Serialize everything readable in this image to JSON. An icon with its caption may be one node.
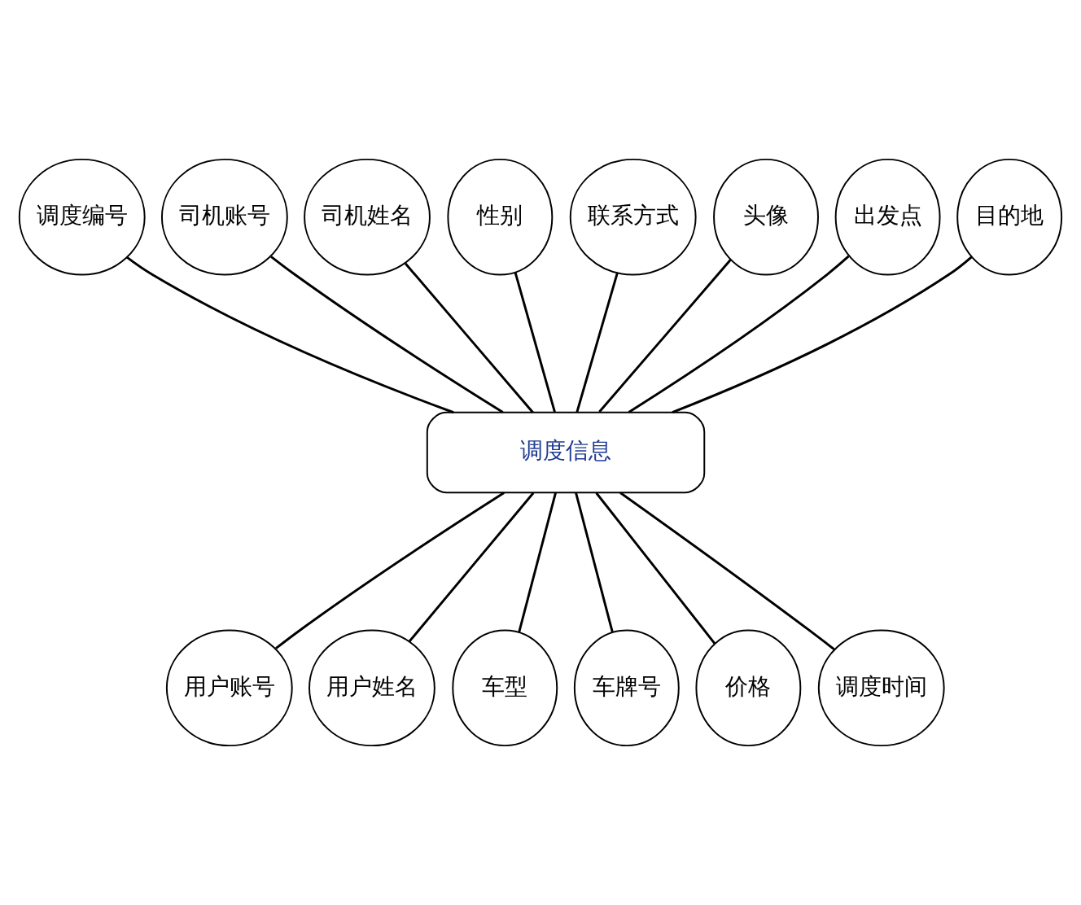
{
  "diagram": {
    "nodes": [
      {
        "text": [
          "调度编号"
        ]
      },
      {
        "text": [
          "司机账号"
        ]
      },
      {
        "text": [
          "司机姓名"
        ]
      },
      {
        "text": [
          "性别"
        ]
      },
      {
        "text": [
          "联系方式"
        ]
      },
      {
        "text": [
          "头像"
        ]
      },
      {
        "text": [
          "出发点"
        ]
      },
      {
        "text": [
          "目的地"
        ]
      },
      {
        "text": [
          "调度信息"
        ]
      },
      {
        "text": [
          "用户账号"
        ]
      },
      {
        "text": [
          "用户姓名"
        ]
      },
      {
        "text": [
          "车型"
        ]
      },
      {
        "text": [
          "车牌号"
        ]
      },
      {
        "text": [
          "价格"
        ]
      },
      {
        "text": [
          "调度时间"
        ]
      }
    ],
    "edges": [
      {
        "from": 0,
        "to": 8,
        "arrow": "none"
      },
      {
        "from": 1,
        "to": 8,
        "arrow": "none"
      },
      {
        "from": 2,
        "to": 8,
        "arrow": "none"
      },
      {
        "from": 3,
        "to": 8,
        "arrow": "none"
      },
      {
        "from": 4,
        "to": 8,
        "arrow": "none"
      },
      {
        "from": 5,
        "to": 8,
        "arrow": "none"
      },
      {
        "from": 6,
        "to": 8,
        "arrow": "none"
      },
      {
        "from": 7,
        "to": 8,
        "arrow": "none"
      },
      {
        "from": 8,
        "to": 9,
        "arrow": "none"
      },
      {
        "from": 8,
        "to": 10,
        "arrow": "none"
      },
      {
        "from": 8,
        "to": 11,
        "arrow": "none"
      },
      {
        "from": 8,
        "to": 12,
        "arrow": "none"
      },
      {
        "from": 8,
        "to": 13,
        "arrow": "none"
      },
      {
        "from": 8,
        "to": 14,
        "arrow": "none"
      }
    ]
  }
}
